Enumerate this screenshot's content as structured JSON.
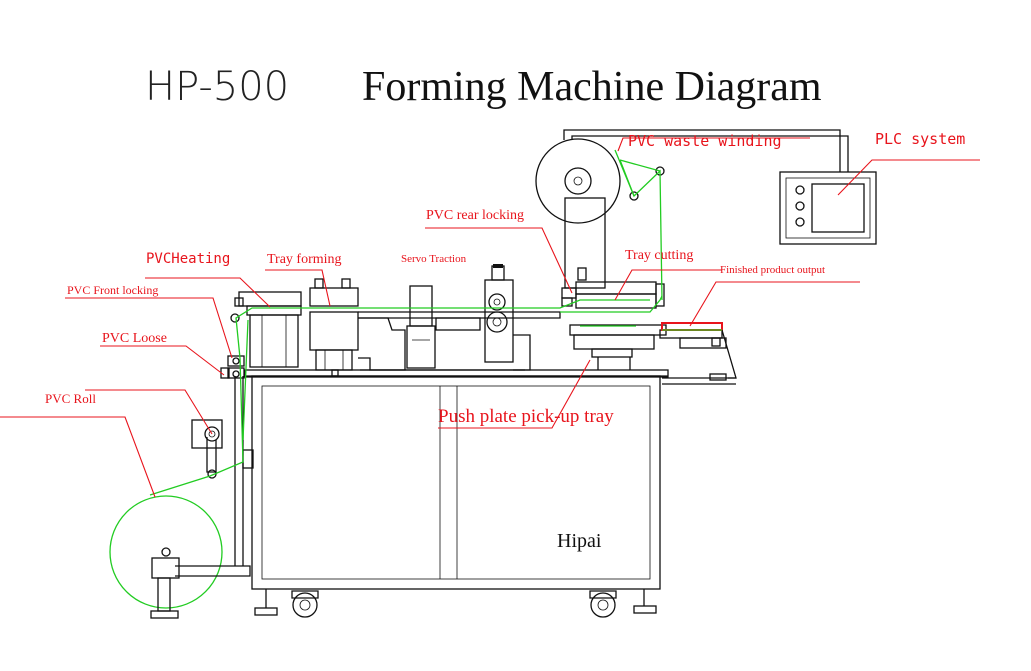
{
  "title": {
    "model": "HP-500",
    "name": "Forming Machine Diagram"
  },
  "brand": "Hipai",
  "labels": {
    "pvc_waste_winding": "PVC waste winding",
    "plc_system": "PLC system",
    "pvc_rear_locking": "PVC rear locking",
    "servo_traction": "Servo Traction",
    "tray_cutting": "Tray cutting",
    "finished_product_output": "Finished product output",
    "pvc_heating": "PVCHeating",
    "tray_forming": "Tray forming",
    "pvc_front_locking": "PVC Front locking",
    "pvc_loose": "PVC Loose",
    "pvc_roll": "PVC Roll",
    "push_plate_pickup_tray": "Push plate pick-up tray"
  },
  "colors": {
    "label": "#e8141c",
    "film": "#22cc22",
    "line": "#111111",
    "output_belt": "#e8141c"
  }
}
